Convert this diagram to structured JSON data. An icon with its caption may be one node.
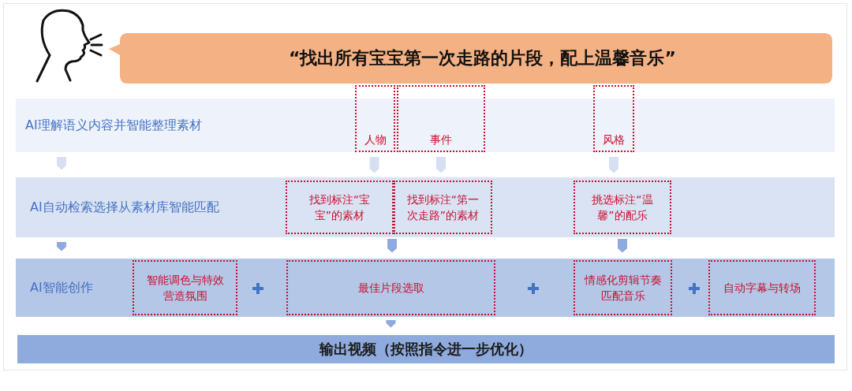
{
  "diagram": {
    "nodes": [
      {
        "text": [],
        "shape": "person"
      },
      {
        "text": [
          "“找出所有宝宝第一次走路的片段，配上温馨音乐”"
        ]
      },
      {
        "text": [
          "AI理解语义内容并智能整理素材"
        ]
      },
      {
        "text": [
          "人物"
        ]
      },
      {
        "text": [
          "事件"
        ]
      },
      {
        "text": [
          "风格"
        ]
      },
      {
        "text": [
          "AI自动检索选择从素材库智能匹配"
        ]
      },
      {
        "text": [
          "找到标注“宝宝”的素材"
        ],
        "in": 6
      },
      {
        "text": [
          "找到标注“第一次走路”的素材"
        ],
        "in": 6
      },
      {
        "text": [
          "挑选标注“温馨”的配乐"
        ],
        "in": 6
      },
      {
        "text": [
          "AI智能创作"
        ]
      },
      {
        "text": [
          "智能调色与特效营造氛围"
        ],
        "in": 10
      },
      {
        "text": [
          "最佳片段选取"
        ],
        "in": 10
      },
      {
        "text": [
          "情感化剪辑节奏匹配音乐"
        ],
        "in": 10
      },
      {
        "text": [
          "自动字幕与转场"
        ],
        "in": 10
      },
      {
        "text": [
          "输出视频（按照指令进一步优化）"
        ]
      }
    ],
    "edges": [
      {
        "from": 2,
        "to": 6,
        "arrow": "to",
        "color": "#d6e0f2"
      },
      {
        "from": 3,
        "to": 7,
        "arrow": "to",
        "color": "#d6e0f2"
      },
      {
        "from": 4,
        "to": 8,
        "arrow": "to",
        "color": "#d6e0f2"
      },
      {
        "from": 5,
        "to": 9,
        "arrow": "to",
        "color": "#d6e0f2"
      },
      {
        "from": 6,
        "to": 10,
        "arrow": "to"
      },
      {
        "from": 7,
        "to": 12,
        "arrow": "to"
      },
      {
        "from": 8,
        "to": 12,
        "arrow": "to"
      },
      {
        "from": 9,
        "to": 13,
        "arrow": "to"
      },
      {
        "from": 12,
        "to": 15,
        "arrow": "to"
      }
    ]
  }
}
